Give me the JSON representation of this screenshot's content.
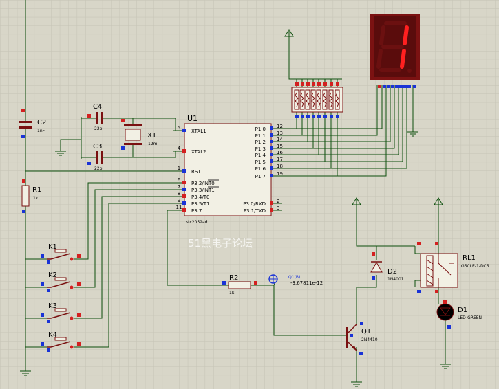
{
  "colors": {
    "background": "#d8d6c8",
    "grid": "#c5c3b5",
    "wire": "#0d4f0d",
    "outline": "#7a1010",
    "body": "#f2f0e4",
    "pin_blue": "#1a33d6",
    "pin_red": "#d42020",
    "seg_on": "#ff2020",
    "seg_off": "#6b1010",
    "display_bg": "#7b1212"
  },
  "components": {
    "c2": {
      "ref": "C2",
      "value": "1nF"
    },
    "c4": {
      "ref": "C4",
      "value": "22p"
    },
    "c3": {
      "ref": "C3",
      "value": "22p"
    },
    "x1": {
      "ref": "X1",
      "value": "12m"
    },
    "r1": {
      "ref": "R1",
      "value": "1k"
    },
    "r2": {
      "ref": "R2",
      "value": "1k"
    },
    "u1": {
      "ref": "U1",
      "part": "stc2052ad",
      "left_pins": [
        {
          "num": "5",
          "name": "XTAL1"
        },
        {
          "num": "4",
          "name": "XTAL2"
        },
        {
          "num": "1",
          "name": "RST"
        },
        {
          "num": "6",
          "name": "P3.2/INT0"
        },
        {
          "num": "7",
          "name": "P3.3/INT1"
        },
        {
          "num": "8",
          "name": "P3.4/T0"
        },
        {
          "num": "9",
          "name": "P3.5/T1"
        },
        {
          "num": "11",
          "name": "P3.7"
        }
      ],
      "right_pins": [
        {
          "num": "12",
          "name": "P1.0"
        },
        {
          "num": "13",
          "name": "P1.1"
        },
        {
          "num": "14",
          "name": "P1.2"
        },
        {
          "num": "15",
          "name": "P1.3"
        },
        {
          "num": "16",
          "name": "P1.4"
        },
        {
          "num": "17",
          "name": "P1.5"
        },
        {
          "num": "18",
          "name": "P1.6"
        },
        {
          "num": "19",
          "name": "P1.7"
        },
        {
          "num": "2",
          "name": "P3.0/RXD"
        },
        {
          "num": "3",
          "name": "P3.1/TXD"
        }
      ]
    },
    "keys": [
      {
        "ref": "K1"
      },
      {
        "ref": "K2"
      },
      {
        "ref": "K3"
      },
      {
        "ref": "K4"
      }
    ],
    "q1": {
      "ref": "Q1",
      "part": "2N4410"
    },
    "probe": {
      "label": "Q1(B)",
      "value": "-3.67811e-12"
    },
    "d2": {
      "ref": "D2",
      "part": "1N4001"
    },
    "rl1": {
      "ref": "RL1",
      "part": "G5CLE-1-DC5"
    },
    "d1": {
      "ref": "D1",
      "part": "LED-GREEN"
    },
    "display": {
      "digit": "1"
    }
  },
  "watermark": "51黑电子论坛"
}
